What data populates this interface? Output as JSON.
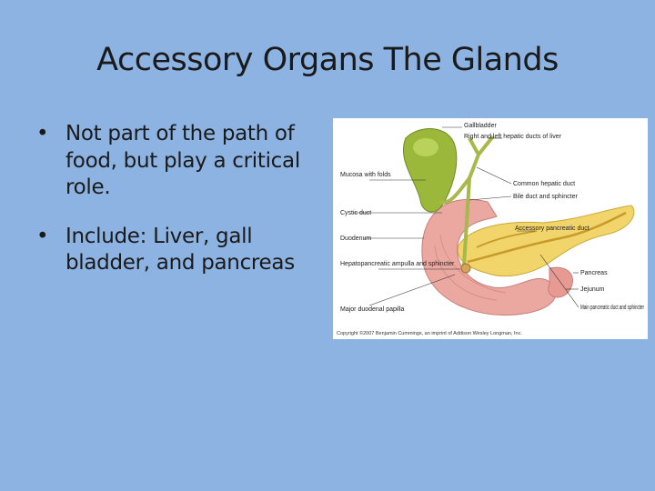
{
  "slide": {
    "title": "Accessory Organs The Glands",
    "bullet_glyph": "•",
    "bullets": [
      "Not part of the path of food, but play a critical role.",
      "Include: Liver, gall bladder, and pancreas"
    ]
  },
  "figure": {
    "labels_right": [
      "Gallbladder",
      "Right and left hepatic ducts of liver",
      "Common hepatic duct",
      "Bile duct and sphincter",
      "Accessory pancreatic duct",
      "Pancreas",
      "Jejunum",
      "Main pancreatic duct and sphincter"
    ],
    "labels_left": [
      "Mucosa with folds",
      "Cystic duct",
      "Duodenum",
      "Hepatopancreatic ampulla and sphincter",
      "Major duodenal papilla"
    ],
    "credit": "Copyright ©2007 Benjamin Cummings, an imprint of Addison Wesley Longman, Inc.",
    "colors": {
      "gallbladder": "#9cb83a",
      "duct": "#a8b84a",
      "pancreas": "#f1d46a",
      "duodenum": "#eaa8a0"
    }
  }
}
